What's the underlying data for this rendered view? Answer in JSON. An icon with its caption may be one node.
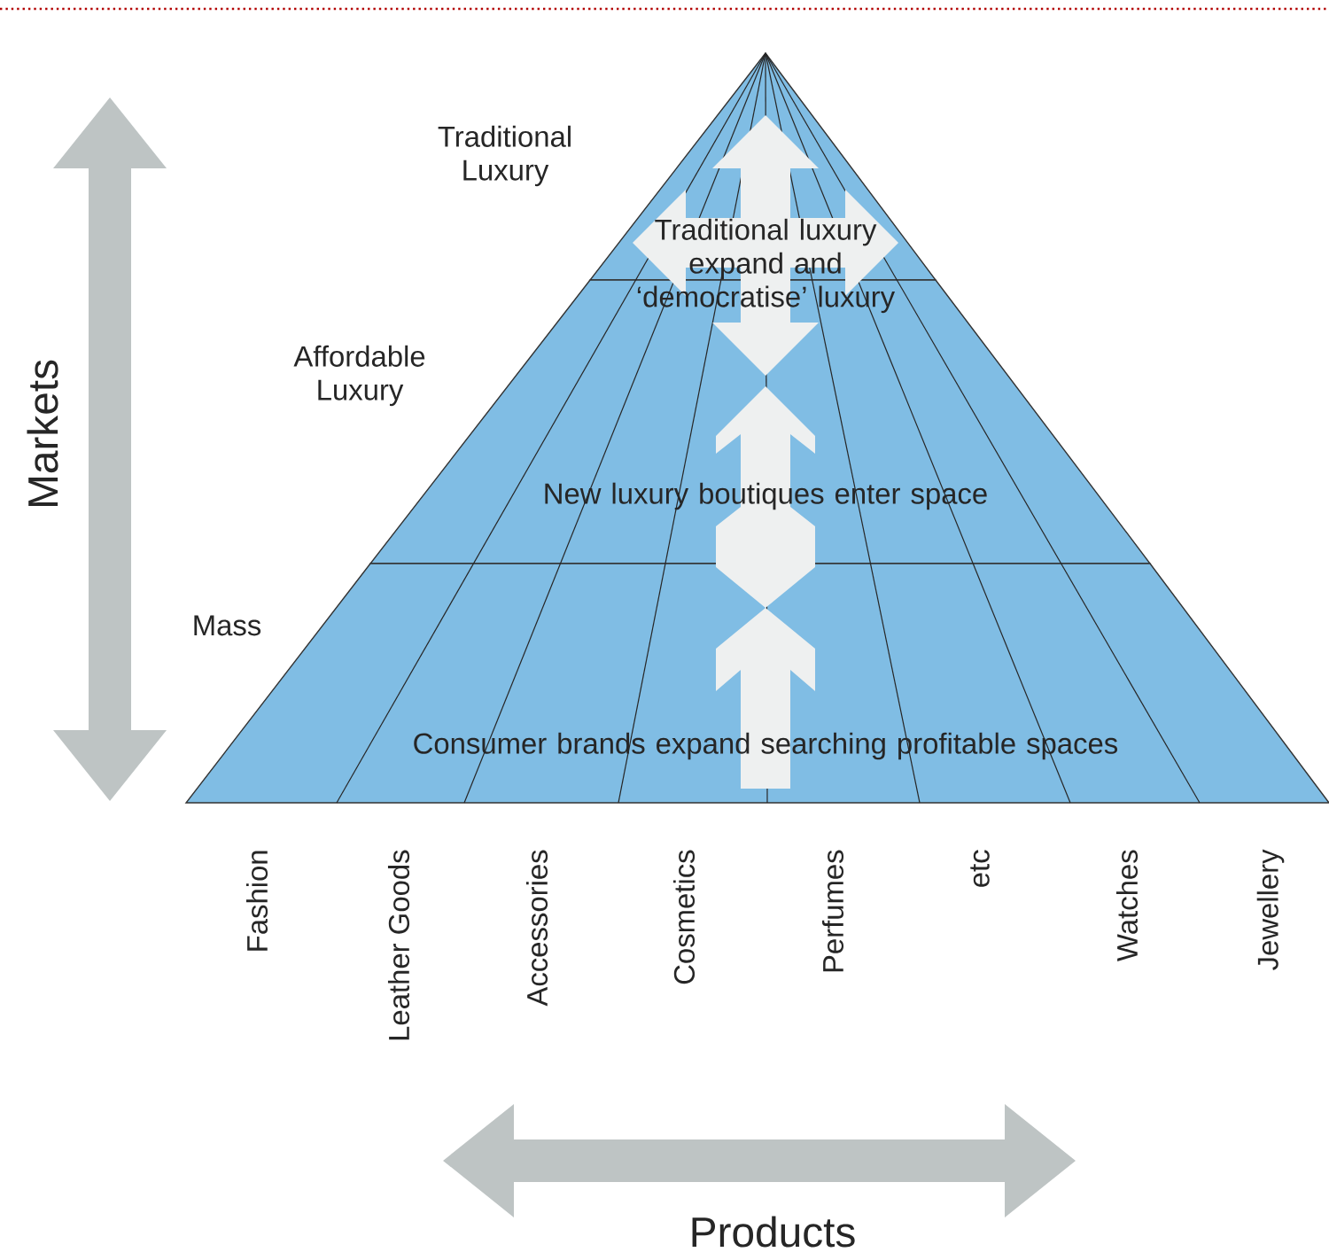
{
  "diagram": {
    "nodes": [
      {
        "text": [
          "Traditional luxury expand and ‘democratise’ luxury"
        ]
      },
      {
        "text": [
          "New luxury boutiques enter space"
        ]
      },
      {
        "text": [
          "Consumer brands expand searching profitable spaces"
        ]
      }
    ],
    "labels": [
      "Traditional Luxury",
      "Markets",
      "Affordable Luxury",
      "Mass",
      "Fashion",
      "Leather Goods",
      "Accessories",
      "Cosmetics",
      "Perfumes",
      "etc",
      "Watches",
      "Jewellery",
      "Products"
    ]
  }
}
